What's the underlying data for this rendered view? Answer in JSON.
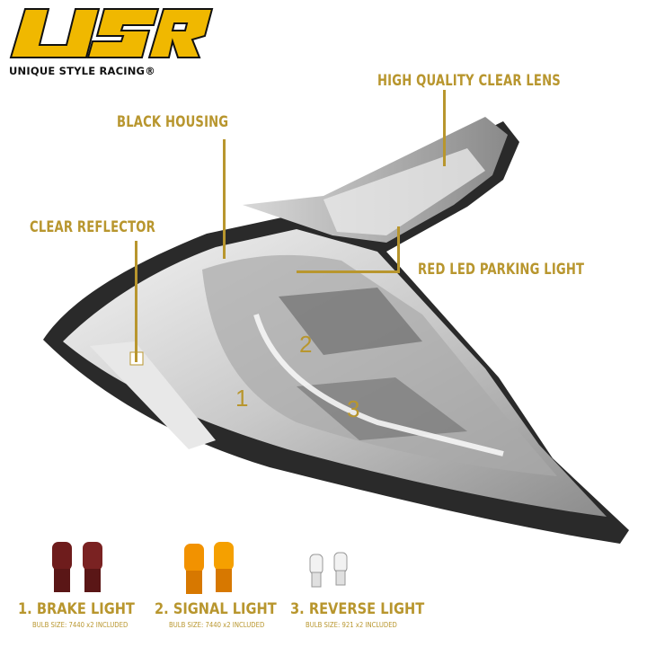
{
  "brand": {
    "logo_text": "USR",
    "name": "UNIQUE STYLE RACING®",
    "logo_color": "#f0b800"
  },
  "callouts": {
    "lens": "HIGH QUALITY CLEAR LENS",
    "housing": "BLACK HOUSING",
    "reflector": "CLEAR REFLECTOR",
    "parking": "RED LED PARKING LIGHT"
  },
  "markers": [
    "1",
    "2",
    "3"
  ],
  "bulbs": [
    {
      "label": "1. BRAKE LIGHT",
      "size": "BULB SIZE: 7440 x2 INCLUDED",
      "color": "#7a1e1e"
    },
    {
      "label": "2. SIGNAL LIGHT",
      "size": "BULB SIZE: 7440 x2 INCLUDED",
      "color": "#f08a00"
    },
    {
      "label": "3. REVERSE LIGHT",
      "size": "BULB SIZE: 921 x2 INCLUDED",
      "color": "#e6e6e6"
    }
  ],
  "colors": {
    "accent": "#b8962e"
  }
}
